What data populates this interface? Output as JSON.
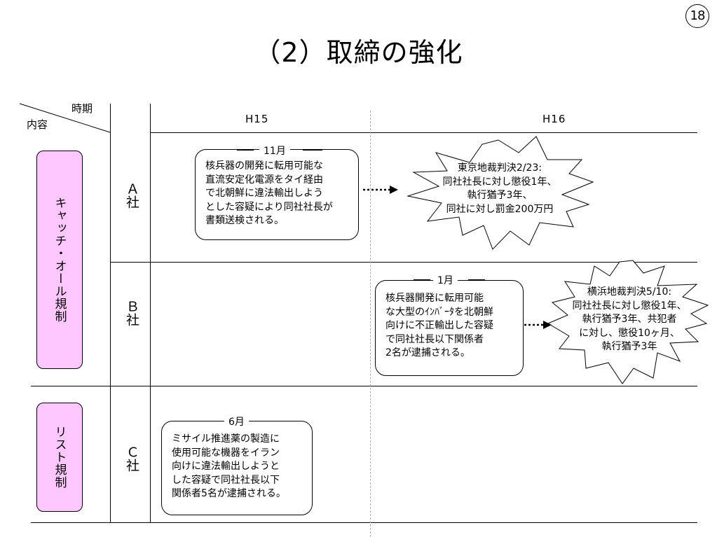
{
  "page_number": "18",
  "title": "（2）取締の強化",
  "header": {
    "period_label": "時期",
    "content_label": "内容",
    "years": [
      "H15",
      "H16"
    ]
  },
  "categories": [
    {
      "label": "キャッチ・オール規制",
      "color": "#ffc7ff"
    },
    {
      "label": "リスト規制",
      "color": "#ffc7ff"
    }
  ],
  "companies": [
    "Ａ社",
    "Ｂ社",
    "Ｃ社"
  ],
  "events": [
    {
      "month": "11月",
      "text": "核兵器の開発に転用可能な\n直流安定化電源をタイ経由\nで北朝鮮に違法輸出しよう\nとした容疑により同社社長が\n書類送検される。"
    },
    {
      "month": "1月",
      "text": "核兵器開発に転用可能\nな大型のｲﾝﾊﾞｰﾀを北朝鮮\n向けに不正輸出した容疑\nで同社社長以下関係者\n2名が逮捕される。"
    },
    {
      "month": "6月",
      "text": "ミサイル推進薬の製造に\n使用可能な機器をイラン\n向けに違法輸出しようと\nした容疑で同社社長以下\n関係者5名が逮捕される。"
    }
  ],
  "verdicts": [
    {
      "text": "東京地裁判決2/23:\n同社社長に対し懲役1年、\n執行猶予3年、\n同社に対し罰金200万円"
    },
    {
      "text": "横浜地裁判決5/10:\n同社社長に対し懲役1年、\n執行猶予3年、共犯者\nに対し、懲役10ヶ月、\n執行猶予3年"
    }
  ]
}
